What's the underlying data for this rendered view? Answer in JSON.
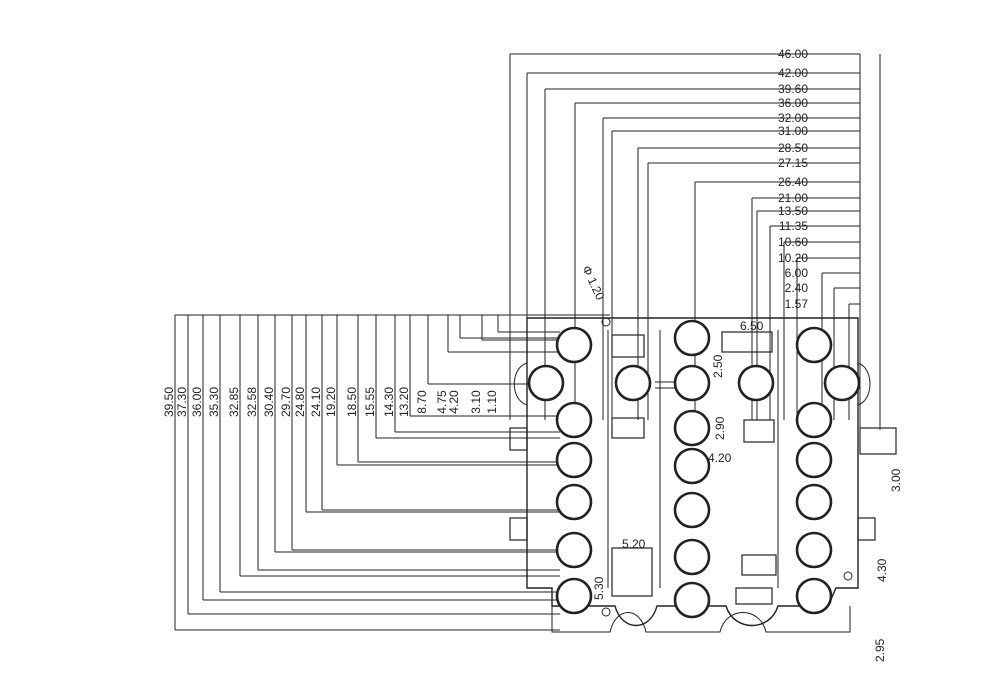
{
  "top_dimensions": [
    "46.00",
    "42.00",
    "39.60",
    "36.00",
    "32.00",
    "31.00",
    "28.50",
    "27.15",
    "26.40",
    "21.00",
    "13.50",
    "11.35",
    "10.60",
    "10.20",
    "6.00",
    "2.40",
    "1.57"
  ],
  "left_dimensions": [
    "39.50",
    "37.30",
    "36.00",
    "35.30",
    "32.85",
    "32.58",
    "30.40",
    "29.70",
    "24.80",
    "24.10",
    "19.20",
    "18.50",
    "15.55",
    "14.30",
    "13.20",
    "8.70",
    "4.75",
    "4.20",
    "3.10",
    "1.10"
  ],
  "right_dimensions": {
    "d1": "3.00",
    "d2": "4.30",
    "d3": "2.95"
  },
  "inner_dimensions": {
    "d1": "6.50",
    "d2": "2.50",
    "d3": "2.90",
    "d4": "4.20",
    "d5": "5.20",
    "d6": "5.30"
  },
  "hole_callout": "Φ 1.20"
}
